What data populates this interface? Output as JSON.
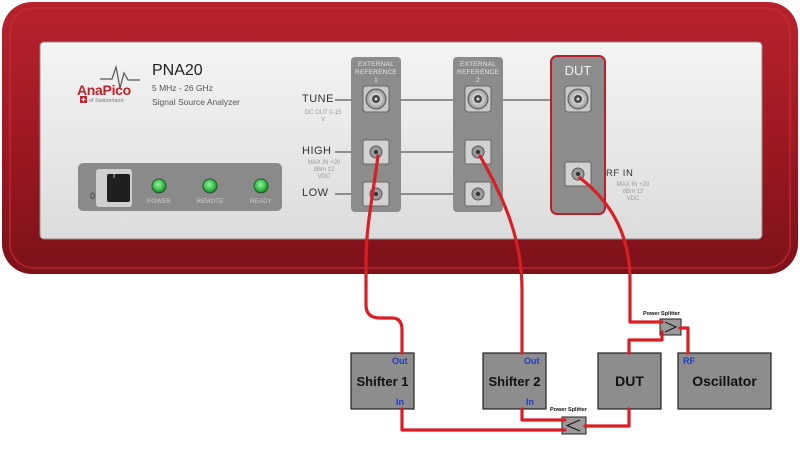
{
  "instrument": {
    "brand": "AnaPico",
    "brand_sub": "of Switzerland",
    "model": "PNA20",
    "freq_range": "5 MHz - 26 GHz",
    "description": "Signal Source Analyzer",
    "indicators": [
      "POWER",
      "REMOTE",
      "READY"
    ],
    "power_switch": {
      "on": "I",
      "off": "0"
    },
    "row_labels": [
      "TUNE",
      "HIGH",
      "LOW"
    ],
    "tune_note": "DC OUT 0-15 V",
    "high_note": "MAX IN +20 dBm 12 VDC",
    "columns": [
      "EXTERNAL REFERENCE 1",
      "EXTERNAL REFERENCE 2",
      "DUT"
    ],
    "rf_in": "RF IN",
    "rf_note": "MAX IN +20 dBm 12 VDC"
  },
  "setup": {
    "shifter1": {
      "title": "Shifter 1",
      "out": "Out",
      "in": "In"
    },
    "shifter2": {
      "title": "Shifter 2",
      "out": "Out",
      "in": "In"
    },
    "dut": {
      "title": "DUT"
    },
    "oscillator": {
      "title": "Oscillator",
      "port": "RF"
    },
    "splitter_label": "Power Splitter"
  },
  "colors": {
    "chassis": "#a31a24",
    "panel": "#ececec",
    "column": "#8c8c8c",
    "cable": "#d81f26",
    "box": "#8d8d8d",
    "led": "#35c04a",
    "port_text": "#1a3cc8"
  }
}
